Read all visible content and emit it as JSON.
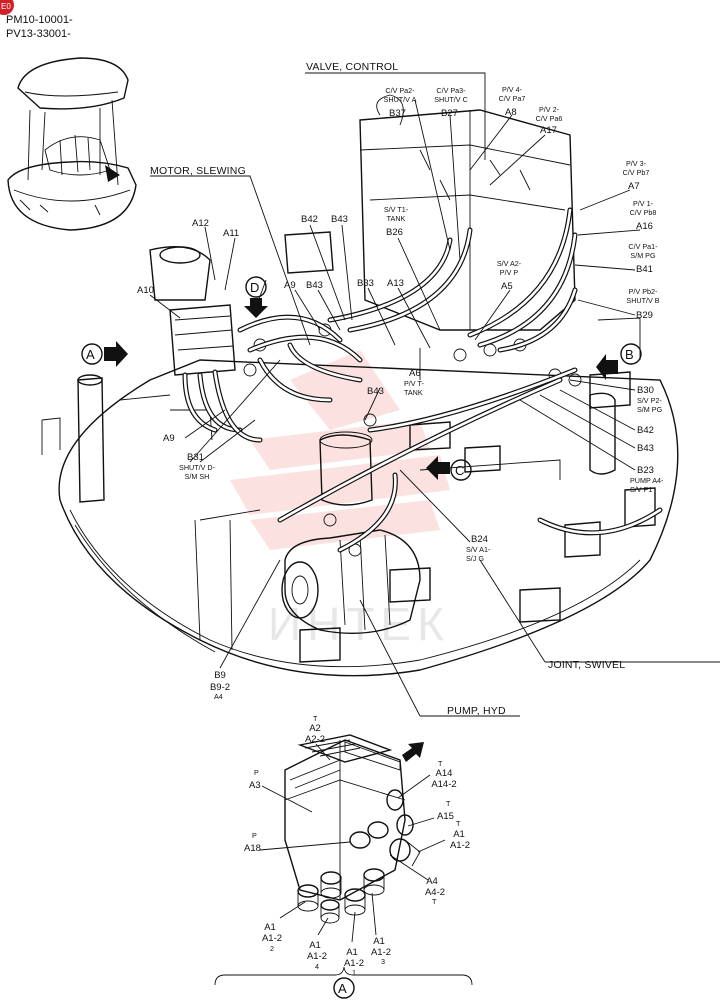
{
  "header": {
    "badge": "E0",
    "serials": [
      "PM10-10001-",
      "PV13-33001-"
    ]
  },
  "callouts": {
    "valve_control": "VALVE, CONTROL",
    "motor_slewing": "MOTOR, SLEWING",
    "joint_swivel": "JOINT, SWIVEL",
    "pump_hyd": "PUMP, HYD"
  },
  "view_markers": {
    "a_left": "A",
    "b": "B",
    "c": "C",
    "d": "D",
    "a_bottom": "A"
  },
  "labels": {
    "b37": {
      "sub": "C/V Pa2-\nSHUT/V A",
      "main": "B37"
    },
    "b27": {
      "sub": "C/V Pa3-\nSHUT/V C",
      "main": "B27"
    },
    "a8": {
      "sub": "P/V 4-\nC/V Pa7",
      "main": "A8"
    },
    "a17": {
      "sub": "P/V 2-\nC/V Pa6",
      "main": "A17"
    },
    "a7": {
      "sub": "P/V 3-\nC/V Pb7",
      "main": "A7"
    },
    "a16": {
      "sub": "P/V 1-\nC/V Pb8",
      "main": "A16"
    },
    "b41": {
      "sub": "C/V Pa1-\nS/M PG",
      "main": "B41"
    },
    "b29": {
      "sub": "P/V Pb2-\nSHUT/V B",
      "main": "B29"
    },
    "b26": {
      "sub": "S/V T1-\nTANK",
      "main": "B26"
    },
    "a5": {
      "sub": "S/V A2-\nP/V P",
      "main": "A5"
    },
    "b30": {
      "main": "B30",
      "sub": "S/V P2-\nS/M PG"
    },
    "b42r": {
      "main": "B42"
    },
    "b43r": {
      "main": "B43"
    },
    "b23": {
      "main": "B23",
      "sub": "PUMP A4-\nS/V P1"
    },
    "b24": {
      "main": "B24",
      "sub": "S/V A1-\nS/J G"
    },
    "a6": {
      "main": "A6",
      "sub": "P/V T-\nTANK"
    },
    "b43m": {
      "main": "B43"
    },
    "b31": {
      "main": "B31",
      "sub": "SHUT/V D-\nS/M SH"
    },
    "a9l": {
      "main": "A9"
    },
    "a9t": {
      "main": "A9"
    },
    "a10": {
      "main": "A10"
    },
    "a11": {
      "main": "A11"
    },
    "a12": {
      "main": "A12"
    },
    "b42t": {
      "main": "B42"
    },
    "b43t": {
      "main": "B43"
    },
    "b43t2": {
      "main": "B43"
    },
    "b33": {
      "main": "B33"
    },
    "a13": {
      "main": "A13"
    },
    "b9": {
      "main": "B9\nB9-2",
      "sub": "A4"
    }
  },
  "detail_labels": {
    "a2": {
      "pre": "T",
      "main": "A2\nA2-2"
    },
    "a3": {
      "pre": "P",
      "main": "A3"
    },
    "a14": {
      "pre": "T",
      "main": "A14\nA14-2"
    },
    "a15": {
      "pre": "T",
      "main": "A15"
    },
    "a1r": {
      "pre": "T",
      "main": "A1\nA1-2"
    },
    "a18": {
      "pre": "P",
      "main": "A18"
    },
    "a4": {
      "main": "A4\nA4-2",
      "post": "T"
    },
    "a1_2": {
      "main": "A1\nA1-2",
      "post": "2"
    },
    "a1_4": {
      "main": "A1\nA1-2",
      "post": "4"
    },
    "a1_1": {
      "main": "A1\nA1-2",
      "post": "1"
    },
    "a1_3": {
      "main": "A1\nA1-2",
      "post": "3"
    }
  },
  "watermark": "ИНТЕК",
  "colors": {
    "ink": "#111111",
    "badge": "#d0202a",
    "watermark": "#e84a3c"
  }
}
